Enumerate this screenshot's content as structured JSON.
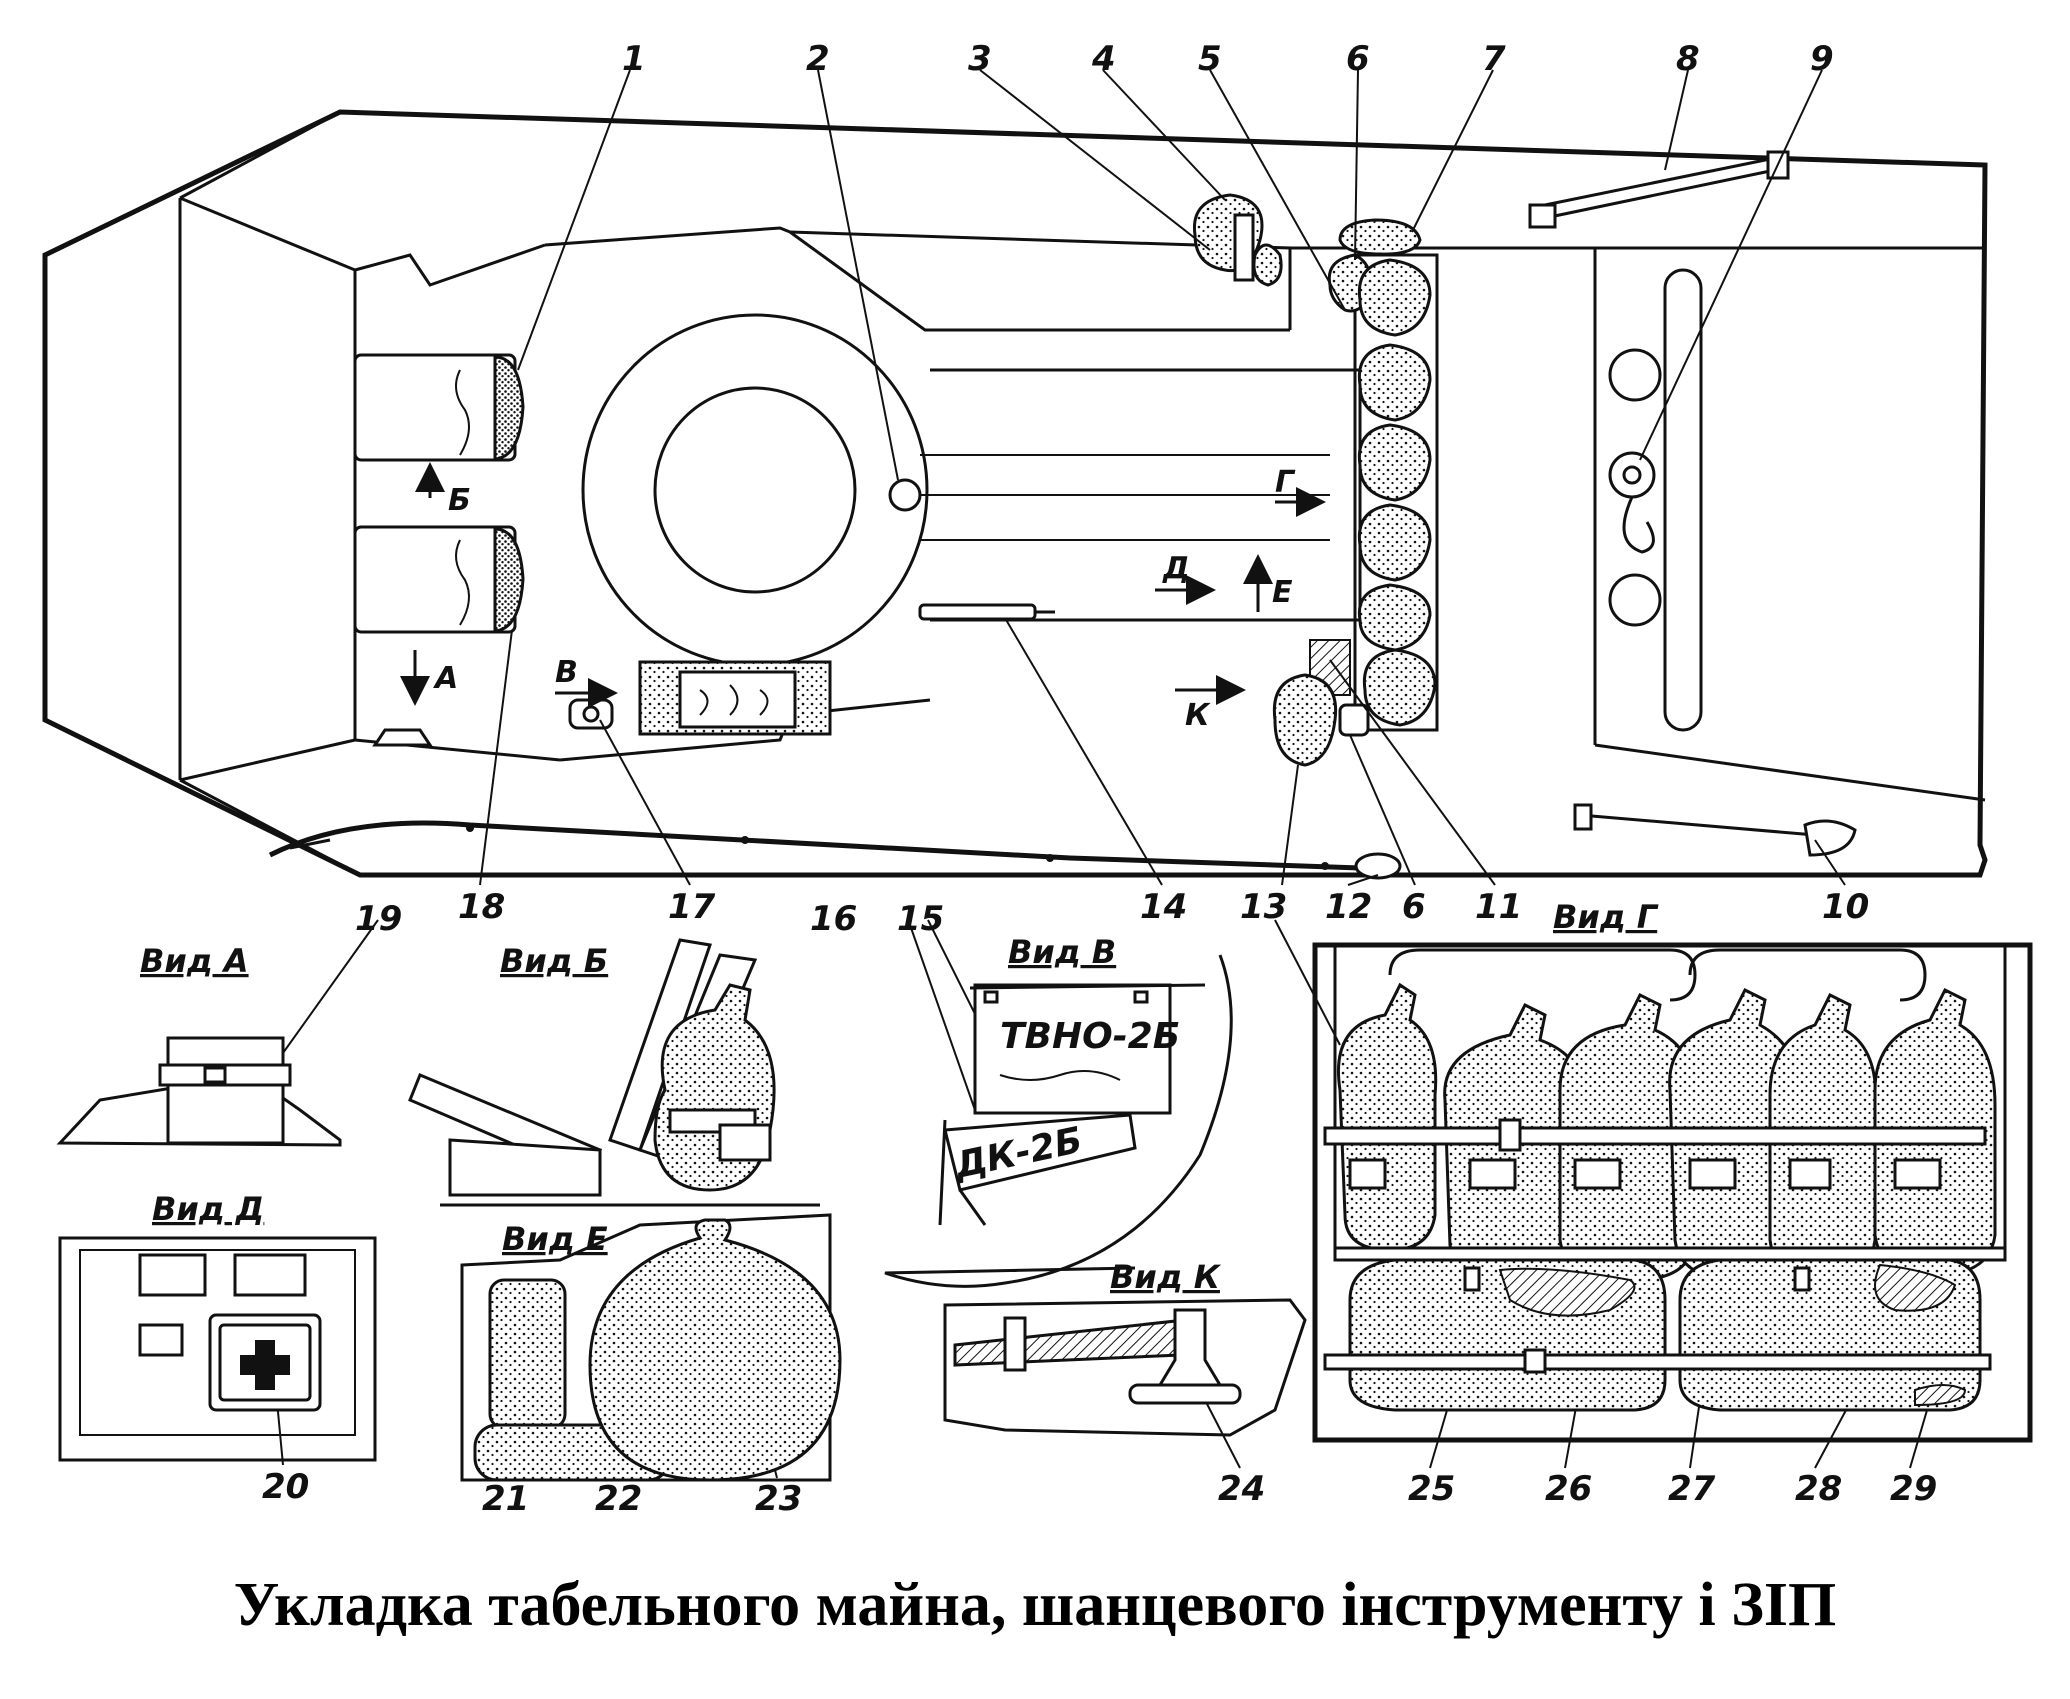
{
  "caption": "Укладка табельного майна, шанцевого інструменту і ЗІП",
  "callouts": [
    "1",
    "2",
    "3",
    "4",
    "5",
    "6",
    "7",
    "8",
    "9",
    "10",
    "11",
    "12",
    "13",
    "14",
    "15",
    "16",
    "17",
    "18",
    "19",
    "20",
    "21",
    "22",
    "23",
    "24",
    "25",
    "26",
    "27",
    "28",
    "29"
  ],
  "callout_6_second": "6",
  "arrows": {
    "A": "А",
    "B": "Б",
    "V": "В",
    "G": "Г",
    "D": "Д",
    "E": "Е",
    "K": "К"
  },
  "views": {
    "A": "Вид А",
    "B": "Вид Б",
    "V": "Вид В",
    "G": "Вид Г",
    "D": "Вид Д",
    "E": "Вид Е",
    "K": "Вид К"
  },
  "plates": {
    "box": "ТВНО-2Б",
    "device": "ДК-2Б"
  }
}
